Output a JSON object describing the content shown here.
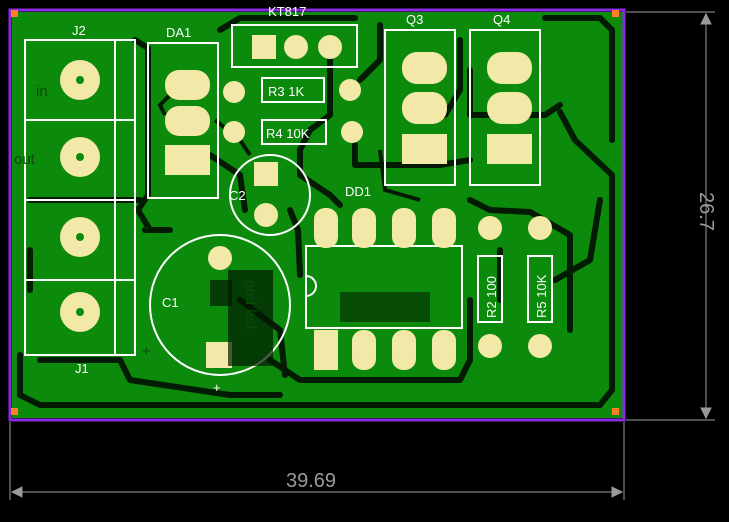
{
  "colors": {
    "background": "#000000",
    "board": "#0b8a0b",
    "isolation": "#031a03",
    "pad": "#f2e8a8",
    "silkscreen": "#ffffff",
    "outline": "#8a2be2",
    "corner_marker": "#ff7f27",
    "dimension": "#9a9a9a"
  },
  "labels": {
    "j1": "J1",
    "j2": "J2",
    "da1": "DA1",
    "kt817": "KT817",
    "q3": "Q3",
    "q4": "Q4",
    "r3": "R3 1K",
    "r4": "R4 10K",
    "c1": "C1",
    "c2": "C2",
    "dd1": "DD1",
    "r2": "R2 100",
    "r5": "R5 10K",
    "plus_mark": "+"
  },
  "copper_text": {
    "in": "in",
    "out": "out",
    "minus": "-",
    "plus": "+",
    "gnd_led": "gnd led"
  },
  "dimensions": {
    "width": "39.69",
    "height": "26.7"
  }
}
